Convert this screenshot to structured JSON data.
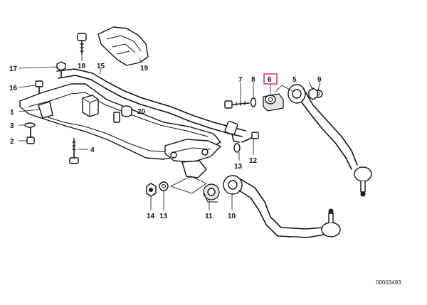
{
  "callouts": {
    "c1": "1",
    "c2": "2",
    "c3": "3",
    "c4": "4",
    "c5": "5",
    "c6": "6",
    "c7": "7",
    "c8": "8",
    "c9": "9",
    "c10": "10",
    "c11": "11",
    "c12": "12",
    "c13a": "13",
    "c13b": "13",
    "c14": "14",
    "c15": "15",
    "c16": "16",
    "c17": "17",
    "c18": "18",
    "c19": "19",
    "c20": "20"
  },
  "reference_number": "00003493",
  "colors": {
    "highlight": "#e0287a",
    "line": "#111111"
  }
}
